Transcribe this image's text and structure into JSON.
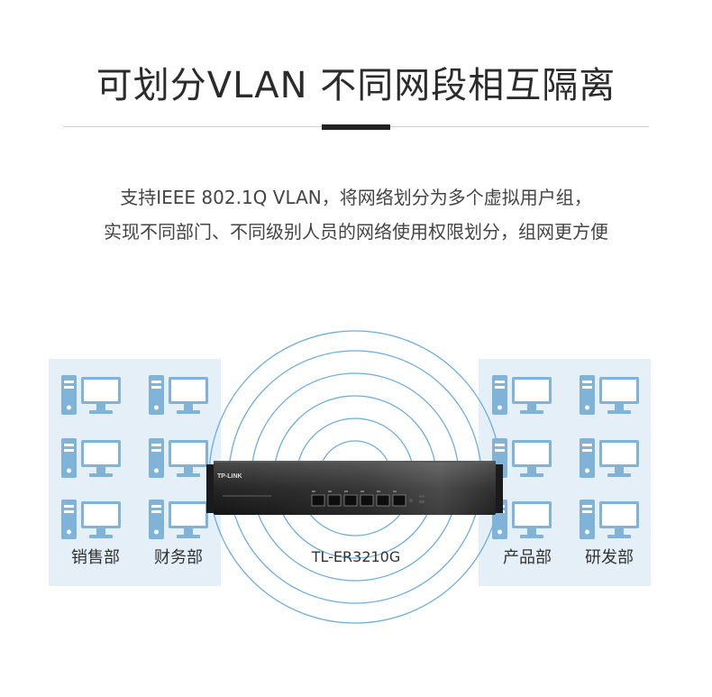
{
  "title": "可划分VLAN 不同网段相互隔离",
  "description": {
    "line1": "支持IEEE 802.1Q VLAN，将网络划分为多个虚拟用户组，",
    "line2": "实现不同部门、不同级别人员的网络使用权限划分，组网更方便"
  },
  "departments": {
    "left": [
      "销售部",
      "财务部"
    ],
    "right": [
      "产品部",
      "研发部"
    ]
  },
  "router": {
    "brand": "TP-LINK",
    "model": "TL-ER3210G"
  },
  "colors": {
    "panel": "#e4eff7",
    "pc_icon": "#7fb3d8",
    "ring": "#6aaee0",
    "accent": "#222222"
  },
  "icons": {
    "computer": "desktop-computer-icon"
  }
}
